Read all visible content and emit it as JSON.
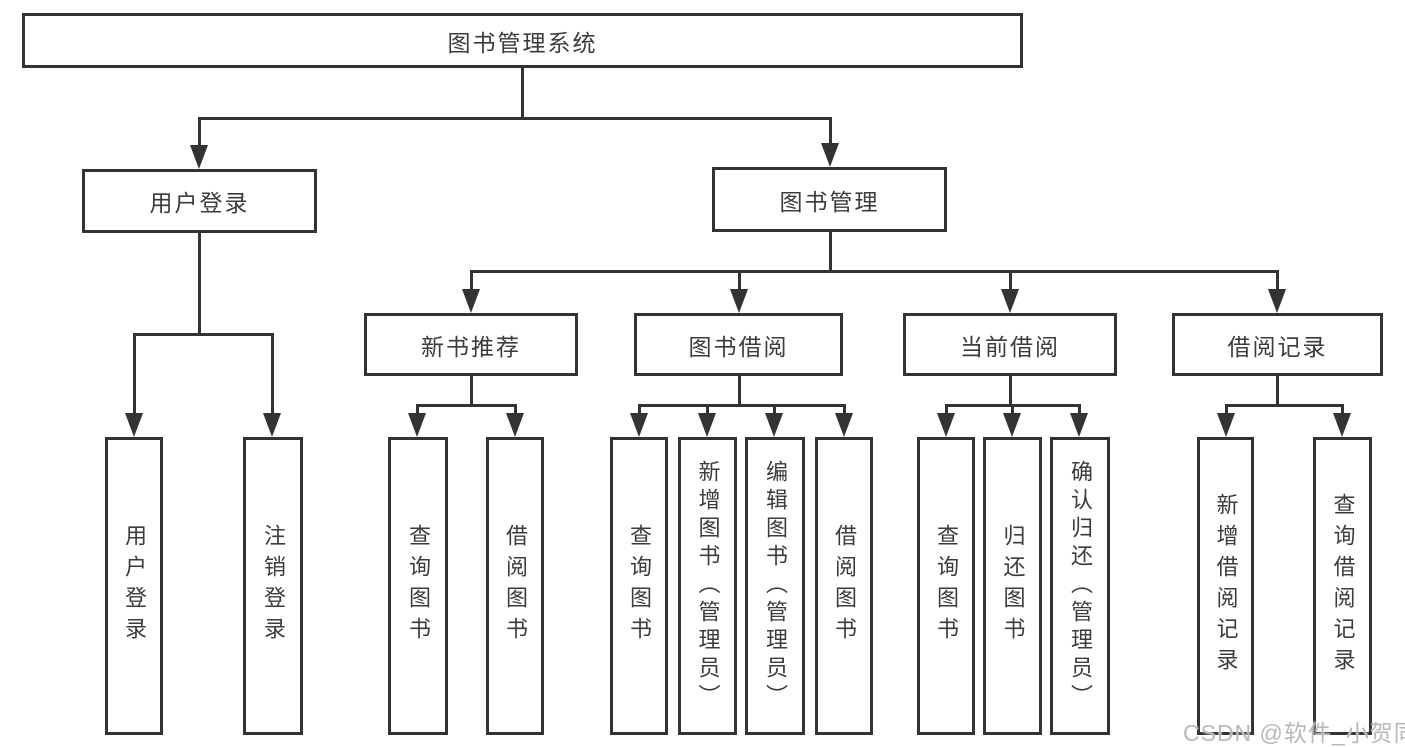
{
  "tree": {
    "root": {
      "label": "图书管理系统"
    },
    "branches": [
      {
        "label": "用户登录",
        "children": [
          {
            "label": "用户登录"
          },
          {
            "label": "注销登录"
          }
        ]
      },
      {
        "label": "图书管理",
        "children": [
          {
            "label": "新书推荐",
            "children": [
              {
                "label": "查询图书"
              },
              {
                "label": "借阅图书"
              }
            ]
          },
          {
            "label": "图书借阅",
            "children": [
              {
                "label": "查询图书"
              },
              {
                "label": "新增图书（管理员）"
              },
              {
                "label": "编辑图书（管理员）"
              },
              {
                "label": "借阅图书"
              }
            ]
          },
          {
            "label": "当前借阅",
            "children": [
              {
                "label": "查询图书"
              },
              {
                "label": "归还图书"
              },
              {
                "label": "确认归还（管理员）"
              }
            ]
          },
          {
            "label": "借阅记录",
            "children": [
              {
                "label": "新增借阅记录"
              },
              {
                "label": "查询借阅记录"
              }
            ]
          }
        ]
      }
    ]
  },
  "watermark": {
    "text": "CSDN @软件_小贺同学"
  },
  "colors": {
    "line": "#333333",
    "text": "#3c3c3c",
    "watermark": "#b9b9b9",
    "background": "#ffffff"
  }
}
